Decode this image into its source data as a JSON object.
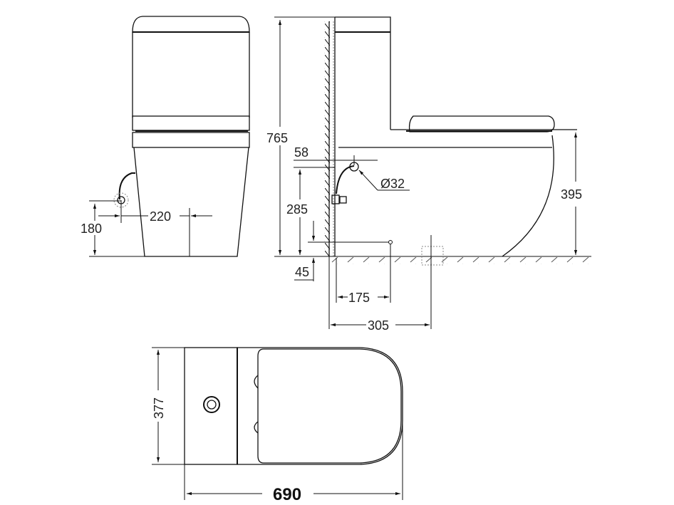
{
  "dimensions": {
    "front_hose_height": "180",
    "front_hose_offset": "220",
    "side_total_height": "765",
    "side_wall_to_hose": "58",
    "side_hose_height": "285",
    "side_hose_diameter": "Ø32",
    "side_floor_gap": "45",
    "side_outlet_175": "175",
    "side_outlet_305": "305",
    "side_seat_height": "395",
    "top_width": "377",
    "top_length": "690"
  }
}
